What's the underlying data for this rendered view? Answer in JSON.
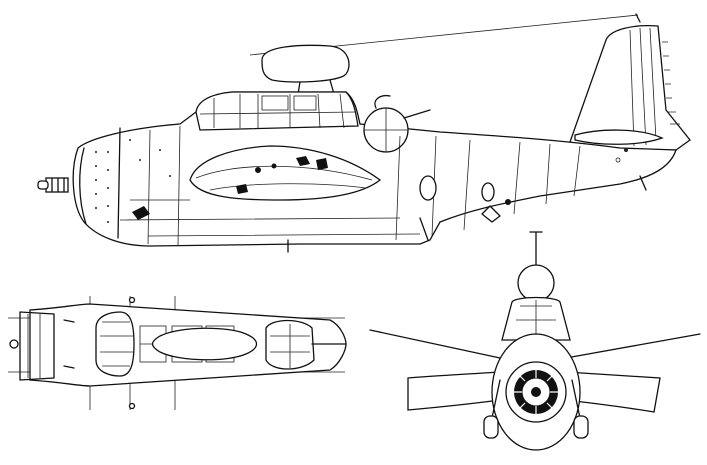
{
  "drawing": {
    "views": [
      "side-view",
      "top-view",
      "front-view"
    ],
    "stroke_color": "#111111",
    "background_color": "#ffffff"
  }
}
